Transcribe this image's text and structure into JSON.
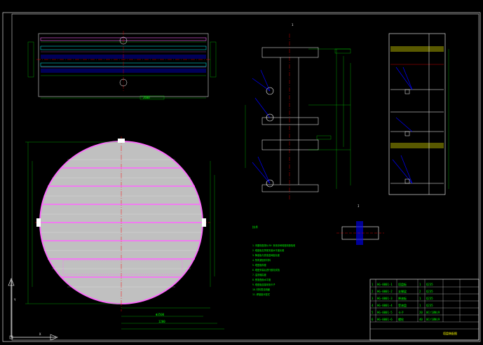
{
  "colors": {
    "background": "#000000",
    "frame": "#ffffff",
    "dimension": "#00ff00",
    "plate_fill": "#c0c0c0",
    "plate_edge": "#ff66ff",
    "centerline": "#ff0000",
    "bolt": "#0000ff",
    "hatch": "#ffff00",
    "accent": "#00ffff"
  },
  "labels": {
    "section_mark": "1",
    "detail_mark": "I",
    "notes_heading": "技术",
    "dim_diameter": "Φ3500",
    "dim_height": "1200",
    "dim_span": "2600"
  },
  "notes": [
    "1.本图塔盘按Q/SH 采用浮阀塔盘制造验收",
    "2.塔盘板支撑梁安装水平度允差",
    "3.降液板与受液盘间距允差",
    "4.所有紧固件材料",
    "5.塔盘板厚度",
    "6.塔盘安装后进行鼓泡试验",
    "7.溢流堰高度",
    "8.受液盘面水平度",
    "9.塔盘板连接采用卡子",
    "10.材料表见明细",
    "11.焊接接头型式"
  ],
  "title_block": {
    "rows": [
      [
        "1",
        "HG-0001-1",
        "塔盘板",
        "1",
        "Q235",
        "",
        ""
      ],
      [
        "2",
        "HG-0001-2",
        "支撑梁",
        "2",
        "Q235",
        "",
        ""
      ],
      [
        "3",
        "HG-0001-3",
        "降液板",
        "1",
        "Q235",
        "",
        ""
      ],
      [
        "4",
        "HG-0001-4",
        "受液盘",
        "1",
        "Q235",
        "",
        ""
      ],
      [
        "5",
        "HG-0001-5",
        "卡子",
        "20",
        "0Cr18Ni9",
        "",
        ""
      ],
      [
        "6",
        "HG-0001-6",
        "螺栓",
        "40",
        "0Cr18Ni9",
        "",
        ""
      ]
    ],
    "drawing_name": "塔盘装配图"
  },
  "ucs": {
    "x_label": "X",
    "y_label": "Y"
  }
}
